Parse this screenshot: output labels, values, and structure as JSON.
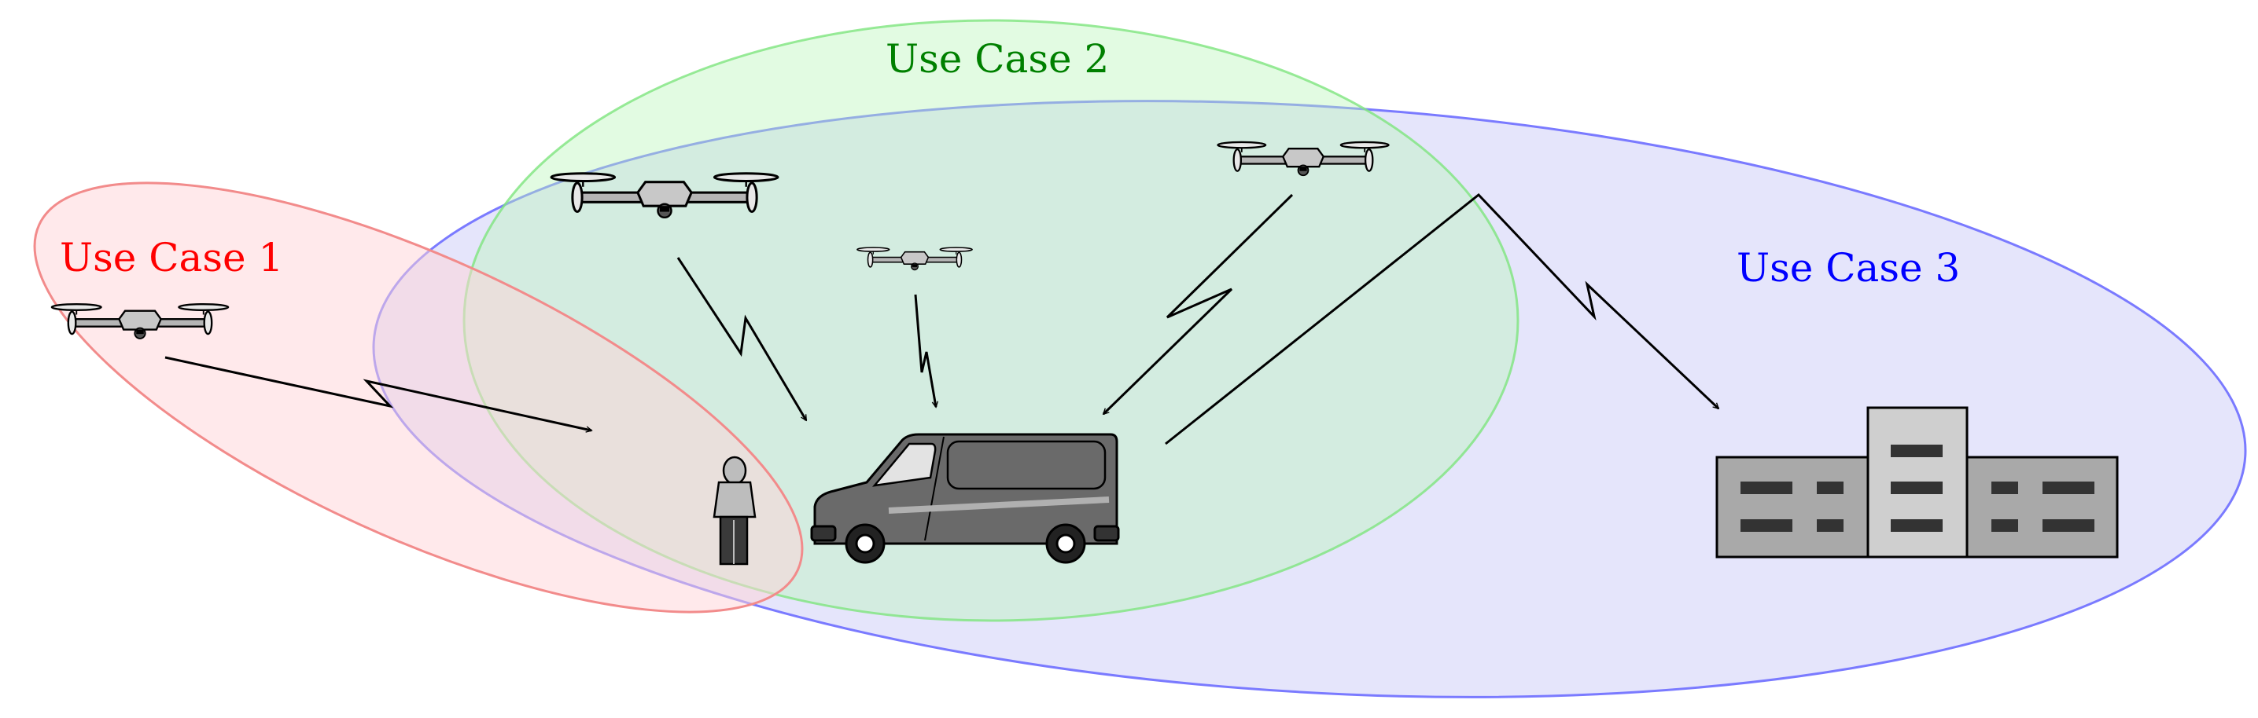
{
  "labels": {
    "use_case_1": "Use Case 1",
    "use_case_2": "Use Case 2",
    "use_case_3": "Use Case 3"
  },
  "colors": {
    "use_case_1": "#ff0000",
    "use_case_2": "#008000",
    "use_case_3": "#0000ff",
    "region_1_fill": "#ffe6e8",
    "region_2_fill": "#d9fbd9",
    "region_3_fill": "#e4e4fb"
  },
  "icons": {
    "drone": "quadcopter-drone-icon",
    "van": "delivery-van-icon",
    "person": "person-icon",
    "building": "building-icon"
  }
}
